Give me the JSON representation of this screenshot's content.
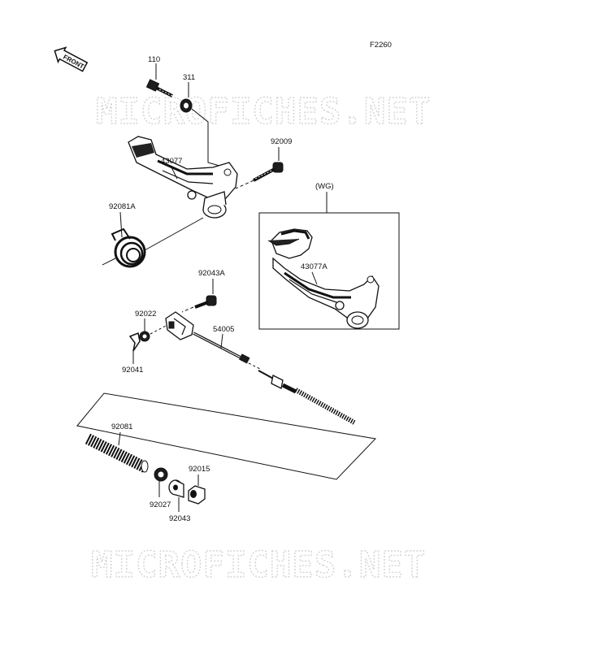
{
  "figure_code": "F2260",
  "front_label": "FRONT",
  "watermark": "MICROFICHES.NET",
  "variant_label": "(WG)",
  "parts": {
    "bolt_110": "110",
    "nut_311": "311",
    "pedal_43077": "43077",
    "bolt_92009": "92009",
    "spring_92081A": "92081A",
    "pedal_43077A": "43077A",
    "bolt_92043A": "92043A",
    "washer_92022": "92022",
    "pin_92041": "92041",
    "cable_54005": "54005",
    "spring_92081": "92081",
    "washer_92027": "92027",
    "collar_92043": "92043",
    "nut_92015": "92015"
  }
}
